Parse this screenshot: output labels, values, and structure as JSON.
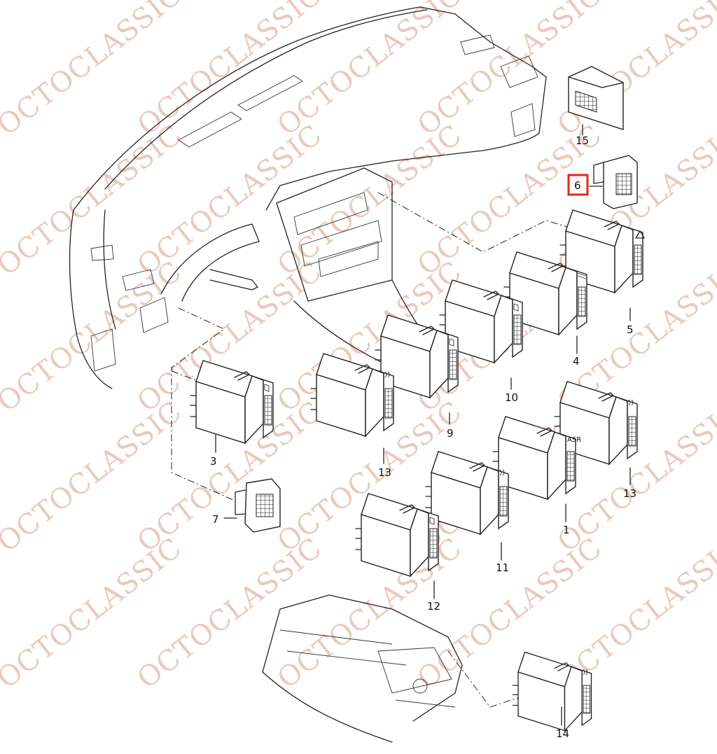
{
  "watermark": "OCTOCLASSIC",
  "highlight_color": "#e8261a",
  "highlighted_part": "6",
  "callouts": [
    {
      "id": "c15",
      "label": "15"
    },
    {
      "id": "c6",
      "label": "6"
    },
    {
      "id": "c5",
      "label": "5"
    },
    {
      "id": "c4",
      "label": "4"
    },
    {
      "id": "c10",
      "label": "10"
    },
    {
      "id": "c9",
      "label": "9"
    },
    {
      "id": "c13a",
      "label": "13"
    },
    {
      "id": "c3",
      "label": "3"
    },
    {
      "id": "c7",
      "label": "7"
    },
    {
      "id": "c13b",
      "label": "13"
    },
    {
      "id": "c1",
      "label": "1"
    },
    {
      "id": "c11",
      "label": "11"
    },
    {
      "id": "c12",
      "label": "12"
    },
    {
      "id": "c14",
      "label": "14"
    }
  ],
  "switch_labels": {
    "asr": "ASR"
  },
  "icons": {
    "seat_heater": "seat-heater-icon",
    "headlight": "headlight-icon",
    "rear_defrost": "rear-defrost-icon",
    "hazard": "warning-triangle-icon",
    "fog": "fog-light-icon"
  }
}
